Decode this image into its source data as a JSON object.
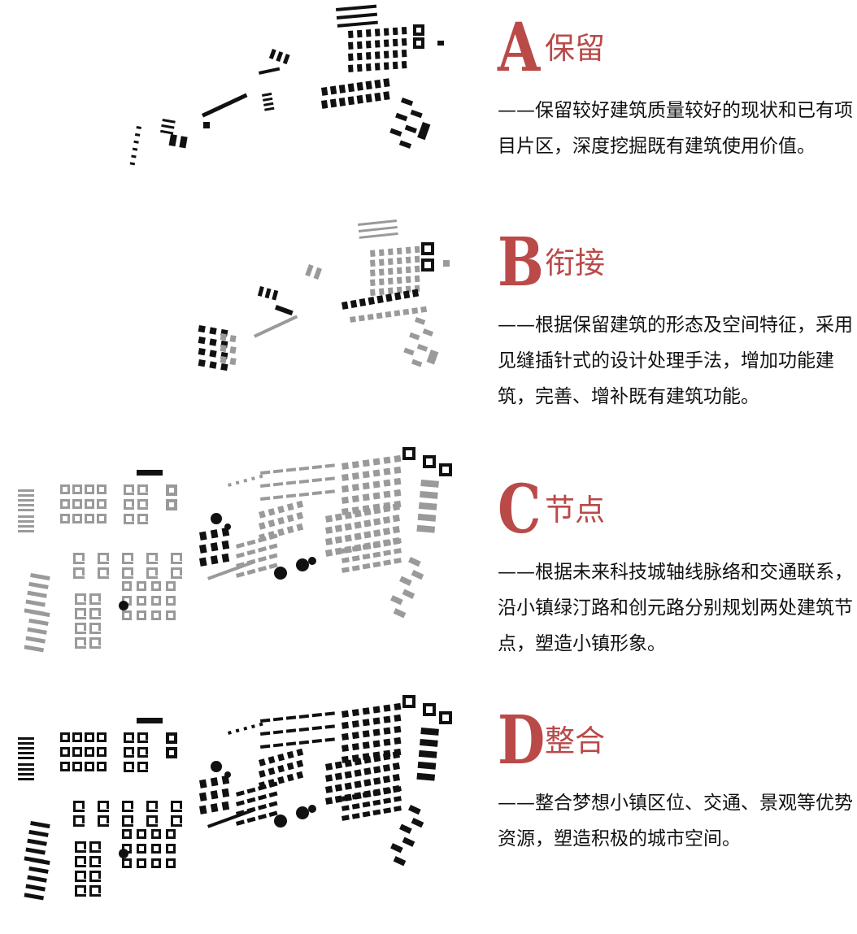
{
  "colors": {
    "accent": "#b94a48",
    "building_black": "#111111",
    "building_grey": "#9a9a9a"
  },
  "sections": [
    {
      "letter": "A",
      "title": "保留",
      "desc": "——保留较好建筑质量较好的现状和已有项目片区，深度挖掘既有建筑使用价值。"
    },
    {
      "letter": "B",
      "title": "衔接",
      "desc": "——根据保留建筑的形态及空间特征，采用见缝插针式的设计处理手法，增加功能建筑，完善、增补既有建筑功能。"
    },
    {
      "letter": "C",
      "title": "节点",
      "desc": "——根据未来科技城轴线脉络和交通联系，沿小镇绿汀路和创元路分别规划两处建筑节点，塑造小镇形象。"
    },
    {
      "letter": "D",
      "title": "整合",
      "desc": "——整合梦想小镇区位、交通、景观等优势资源，塑造积极的城市空间。"
    }
  ]
}
